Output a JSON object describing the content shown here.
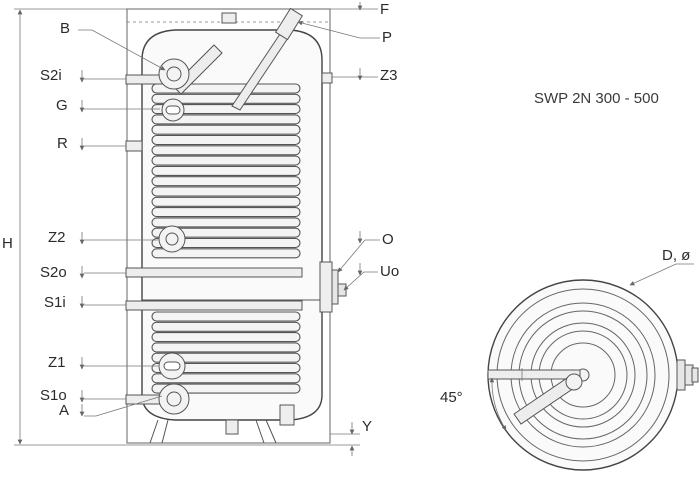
{
  "model_title": "SWP 2N 300 - 500",
  "labels": {
    "B": "B",
    "S2i": "S2i",
    "G": "G",
    "R": "R",
    "Z2": "Z2",
    "S2o": "S2o",
    "S1i": "S1i",
    "Z1": "Z1",
    "S1o": "S1o",
    "A": "A",
    "H": "H",
    "F": "F",
    "P": "P",
    "Z3": "Z3",
    "O": "O",
    "Uo": "Uo",
    "Y": "Y",
    "D": "D, ø",
    "angle": "45°"
  }
}
